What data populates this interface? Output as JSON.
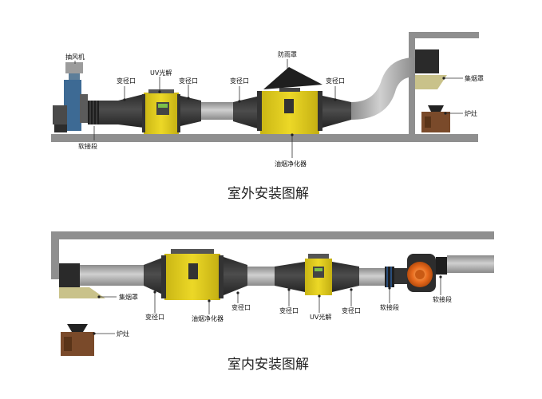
{
  "outdoor": {
    "title": "室外安装图解",
    "labels": {
      "exhaust_fan": "抽风机",
      "uv_photolysis": "UV光解",
      "reducer_1": "变径口",
      "reducer_2": "变径口",
      "reducer_3": "变径口",
      "reducer_4": "变径口",
      "rain_cover": "防雨罩",
      "smoke_hood": "集烟罩",
      "stove": "炉灶",
      "soft_joint": "软接段",
      "oil_fume_purifier": "油烟净化器"
    }
  },
  "indoor": {
    "title": "室内安装图解",
    "labels": {
      "smoke_hood": "集烟罩",
      "stove": "炉灶",
      "reducer_1": "变径口",
      "oil_fume_purifier": "油烟净化器",
      "reducer_2": "变径口",
      "reducer_3": "变径口",
      "uv_photolysis": "UV光解",
      "reducer_4": "变径口",
      "soft_joint": "软接段",
      "soft_joint_2": "软接段"
    }
  },
  "colors": {
    "duct_dark": "#3d3d3d",
    "duct_light": "#a9a9a9",
    "yellow_unit": "#e4cf1a",
    "wall_gray": "#8f8f8f",
    "hood_olive": "#c9c28a",
    "stove_brown": "#7a4a2a",
    "fan_blue": "#3d6a94",
    "fan_orange": "#e86b1e"
  }
}
